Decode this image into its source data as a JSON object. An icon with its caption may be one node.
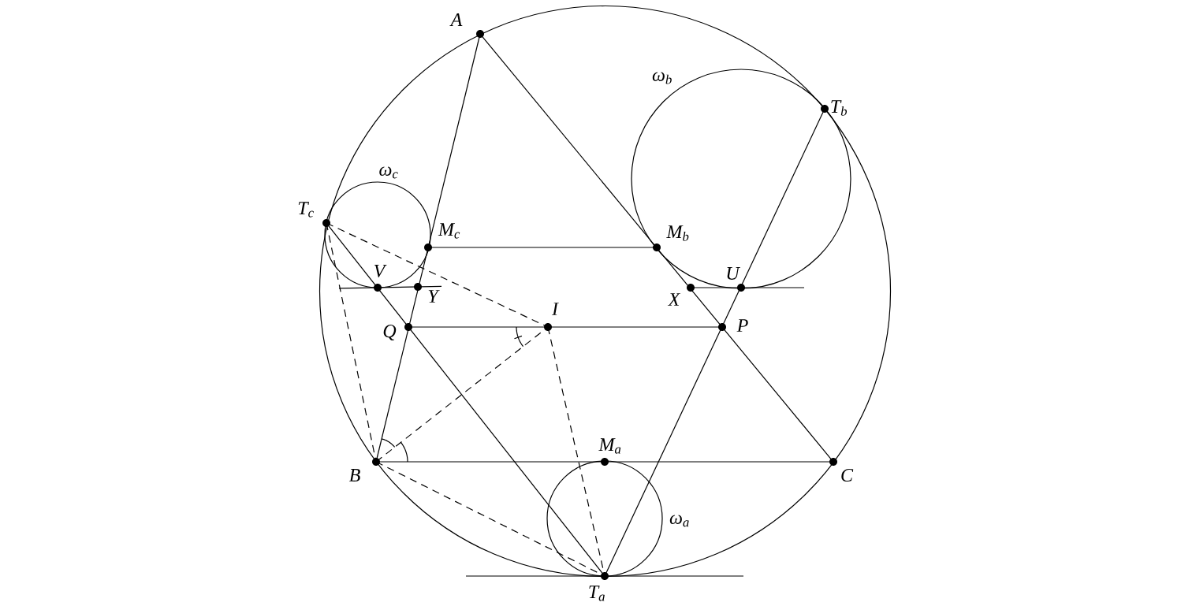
{
  "diagram": {
    "nodes": [
      {
        "text": [
          "A"
        ]
      },
      {
        "text": [
          "B"
        ]
      },
      {
        "text": [
          "C"
        ]
      },
      {
        "text": [
          "T$_{a}$"
        ]
      },
      {
        "text": [
          "T$_{b}$"
        ]
      },
      {
        "text": [
          "T$_{c}$"
        ]
      },
      {
        "text": [
          "M$_{a}$"
        ]
      },
      {
        "text": [
          "M$_{b}$"
        ]
      },
      {
        "text": [
          "M$_{c}$"
        ]
      },
      {
        "text": [
          "V"
        ]
      },
      {
        "text": [
          "Y"
        ]
      },
      {
        "text": [
          "X"
        ]
      },
      {
        "text": [
          "U"
        ]
      },
      {
        "text": [
          "Q"
        ]
      },
      {
        "text": [
          "I"
        ]
      },
      {
        "text": [
          "P"
        ]
      }
    ],
    "edges": [
      {
        "from": 0,
        "to": 1,
        "arrow": "none"
      },
      {
        "from": 0,
        "to": 2,
        "arrow": "none"
      },
      {
        "from": 1,
        "to": 2,
        "arrow": "none"
      },
      {
        "from": 8,
        "to": 7,
        "arrow": "none"
      },
      {
        "from": 5,
        "to": 3,
        "arrow": "none"
      },
      {
        "from": 4,
        "to": 3,
        "arrow": "none"
      },
      {
        "from": 13,
        "to": 15,
        "arrow": "none"
      },
      {
        "from": 9,
        "to": 10,
        "arrow": "none"
      },
      {
        "from": 11,
        "to": 12,
        "arrow": "none"
      },
      {
        "from": 5,
        "to": 14,
        "arrow": "none",
        "style": "dashed"
      },
      {
        "from": 5,
        "to": 1,
        "arrow": "none",
        "style": "dashed"
      },
      {
        "from": 1,
        "to": 14,
        "arrow": "none",
        "style": "dashed"
      },
      {
        "from": 1,
        "to": 3,
        "arrow": "none",
        "style": "dashed"
      },
      {
        "from": 14,
        "to": 3,
        "arrow": "none",
        "style": "dashed"
      }
    ],
    "labels": [
      "ω$_{b}$",
      "ω$_{c}$",
      "ω$_{a}$"
    ]
  }
}
